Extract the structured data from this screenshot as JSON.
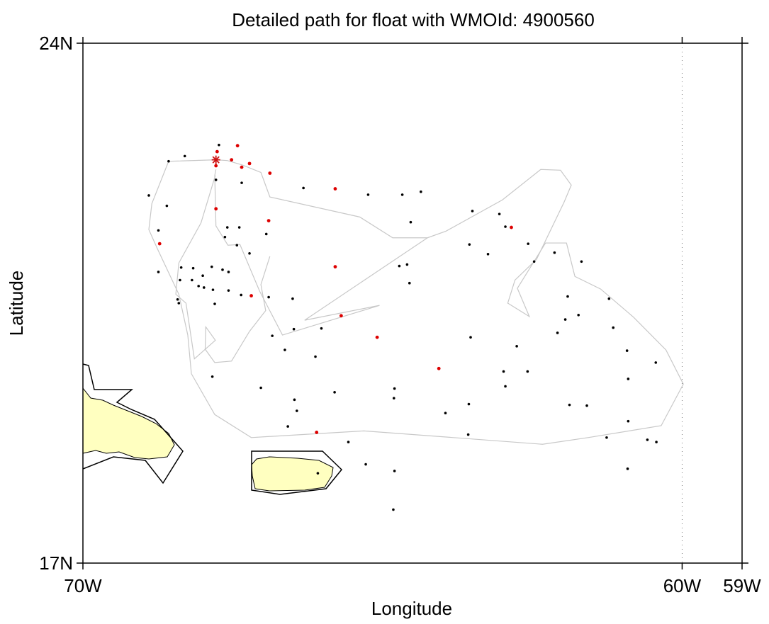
{
  "chart_data": {
    "type": "scatter",
    "title": "Detailed path for float with WMOId: 4900560",
    "xlabel": "Longitude",
    "ylabel": "Latitude",
    "xlim": [
      -70,
      -59
    ],
    "ylim": [
      17,
      24
    ],
    "x_ticks": [
      {
        "value": -70,
        "label": "70W"
      },
      {
        "value": -60,
        "label": "60W"
      },
      {
        "value": -59,
        "label": "59W"
      }
    ],
    "y_ticks": [
      {
        "value": 24,
        "label": "24N"
      },
      {
        "value": 17,
        "label": "17N"
      }
    ],
    "grid_lines_x": [
      -60
    ],
    "colors": {
      "path": "#c8c8c8",
      "point": "#000000",
      "highlight_point": "#dd0000",
      "start_marker": "#cc1111",
      "land": "#ffffc0",
      "outline": "#000000"
    },
    "start": [
      -67.78,
      22.43
    ],
    "track": [
      [
        -67.78,
        22.43
      ],
      [
        -67.59,
        22.42
      ],
      [
        -67.34,
        22.36
      ],
      [
        -67.03,
        22.26
      ],
      [
        -66.88,
        21.93
      ],
      [
        -65.38,
        21.66
      ],
      [
        -64.83,
        21.38
      ],
      [
        -64.25,
        21.38
      ],
      [
        -63.94,
        21.47
      ],
      [
        -63.0,
        21.89
      ],
      [
        -62.36,
        22.3
      ],
      [
        -62.03,
        22.29
      ],
      [
        -61.85,
        22.09
      ],
      [
        -61.97,
        21.86
      ],
      [
        -62.43,
        21.09
      ],
      [
        -62.79,
        20.81
      ],
      [
        -62.91,
        20.5
      ],
      [
        -62.55,
        20.32
      ],
      [
        -62.75,
        20.7
      ],
      [
        -62.28,
        21.31
      ],
      [
        -61.93,
        21.31
      ],
      [
        -61.79,
        20.86
      ],
      [
        -61.36,
        20.69
      ],
      [
        -60.81,
        20.31
      ],
      [
        -60.27,
        19.87
      ],
      [
        -59.98,
        19.41
      ],
      [
        -60.35,
        18.85
      ],
      [
        -61.57,
        18.69
      ],
      [
        -62.33,
        18.6
      ],
      [
        -65.31,
        18.78
      ],
      [
        -67.19,
        18.69
      ],
      [
        -67.8,
        19.0
      ],
      [
        -68.19,
        19.55
      ],
      [
        -68.25,
        20.07
      ],
      [
        -68.4,
        20.62
      ],
      [
        -68.75,
        21.22
      ],
      [
        -68.9,
        21.49
      ],
      [
        -68.85,
        21.84
      ],
      [
        -68.57,
        22.41
      ],
      [
        -67.78,
        22.43
      ]
    ],
    "track2": [
      [
        -67.78,
        22.3
      ],
      [
        -67.8,
        22.22
      ],
      [
        -67.78,
        21.54
      ],
      [
        -67.58,
        21.28
      ],
      [
        -67.38,
        21.29
      ],
      [
        -67.05,
        20.66
      ],
      [
        -66.67,
        20.07
      ],
      [
        -65.05,
        20.47
      ],
      [
        -66.3,
        20.27
      ],
      [
        -64.25,
        21.38
      ]
    ],
    "track3": [
      [
        -67.79,
        22.22
      ],
      [
        -68.03,
        21.58
      ],
      [
        -68.4,
        21.04
      ],
      [
        -68.45,
        20.62
      ],
      [
        -68.28,
        20.5
      ],
      [
        -68.14,
        19.75
      ],
      [
        -67.79,
        20.0
      ],
      [
        -67.95,
        20.18
      ],
      [
        -67.96,
        19.88
      ],
      [
        -67.8,
        19.7
      ],
      [
        -67.52,
        19.72
      ],
      [
        -67.22,
        20.12
      ],
      [
        -66.95,
        20.4
      ],
      [
        -67.03,
        20.75
      ],
      [
        -66.88,
        21.13
      ]
    ],
    "points": [
      {
        "lon": -67.73,
        "lat": 22.63,
        "hl": false
      },
      {
        "lon": -67.42,
        "lat": 22.62,
        "hl": true
      },
      {
        "lon": -67.76,
        "lat": 22.54,
        "hl": true
      },
      {
        "lon": -67.52,
        "lat": 22.43,
        "hl": true
      },
      {
        "lon": -67.22,
        "lat": 22.38,
        "hl": true
      },
      {
        "lon": -68.57,
        "lat": 22.41,
        "hl": false
      },
      {
        "lon": -68.3,
        "lat": 22.48,
        "hl": false
      },
      {
        "lon": -67.78,
        "lat": 22.35,
        "hl": true
      },
      {
        "lon": -67.35,
        "lat": 22.33,
        "hl": true
      },
      {
        "lon": -66.88,
        "lat": 22.25,
        "hl": true
      },
      {
        "lon": -67.78,
        "lat": 22.16,
        "hl": false
      },
      {
        "lon": -67.35,
        "lat": 22.12,
        "hl": false
      },
      {
        "lon": -66.32,
        "lat": 22.05,
        "hl": false
      },
      {
        "lon": -65.79,
        "lat": 22.04,
        "hl": true
      },
      {
        "lon": -65.24,
        "lat": 21.96,
        "hl": false
      },
      {
        "lon": -64.67,
        "lat": 21.96,
        "hl": false
      },
      {
        "lon": -64.36,
        "lat": 22.0,
        "hl": false
      },
      {
        "lon": -68.9,
        "lat": 21.95,
        "hl": false
      },
      {
        "lon": -68.6,
        "lat": 21.81,
        "hl": false
      },
      {
        "lon": -67.78,
        "lat": 21.77,
        "hl": true
      },
      {
        "lon": -66.9,
        "lat": 21.61,
        "hl": true
      },
      {
        "lon": -67.59,
        "lat": 21.52,
        "hl": false
      },
      {
        "lon": -67.39,
        "lat": 21.52,
        "hl": false
      },
      {
        "lon": -68.74,
        "lat": 21.48,
        "hl": false
      },
      {
        "lon": -68.72,
        "lat": 21.3,
        "hl": true
      },
      {
        "lon": -67.63,
        "lat": 21.39,
        "hl": false
      },
      {
        "lon": -66.94,
        "lat": 21.43,
        "hl": false
      },
      {
        "lon": -67.43,
        "lat": 21.28,
        "hl": false
      },
      {
        "lon": -67.22,
        "lat": 21.17,
        "hl": false
      },
      {
        "lon": -65.79,
        "lat": 20.99,
        "hl": true
      },
      {
        "lon": -68.36,
        "lat": 20.98,
        "hl": false
      },
      {
        "lon": -68.16,
        "lat": 20.97,
        "hl": false
      },
      {
        "lon": -67.85,
        "lat": 20.99,
        "hl": false
      },
      {
        "lon": -67.67,
        "lat": 20.95,
        "hl": false
      },
      {
        "lon": -67.57,
        "lat": 20.92,
        "hl": false
      },
      {
        "lon": -68.38,
        "lat": 20.81,
        "hl": false
      },
      {
        "lon": -68.74,
        "lat": 20.92,
        "hl": false
      },
      {
        "lon": -68.18,
        "lat": 20.81,
        "hl": false
      },
      {
        "lon": -68.0,
        "lat": 20.87,
        "hl": false
      },
      {
        "lon": -67.83,
        "lat": 20.68,
        "hl": false
      },
      {
        "lon": -67.36,
        "lat": 20.61,
        "hl": false
      },
      {
        "lon": -67.57,
        "lat": 20.67,
        "hl": false
      },
      {
        "lon": -67.19,
        "lat": 20.6,
        "hl": true
      },
      {
        "lon": -68.4,
        "lat": 20.5,
        "hl": false
      },
      {
        "lon": -68.07,
        "lat": 20.73,
        "hl": false
      },
      {
        "lon": -68.42,
        "lat": 20.55,
        "hl": false
      },
      {
        "lon": -67.8,
        "lat": 20.49,
        "hl": false
      },
      {
        "lon": -67.98,
        "lat": 20.71,
        "hl": false
      },
      {
        "lon": -66.9,
        "lat": 20.58,
        "hl": false
      },
      {
        "lon": -66.5,
        "lat": 20.56,
        "hl": false
      },
      {
        "lon": -66.48,
        "lat": 20.15,
        "hl": false
      },
      {
        "lon": -66.84,
        "lat": 20.06,
        "hl": false
      },
      {
        "lon": -65.69,
        "lat": 20.33,
        "hl": true
      },
      {
        "lon": -66.02,
        "lat": 20.16,
        "hl": false
      },
      {
        "lon": -65.09,
        "lat": 20.04,
        "hl": true
      },
      {
        "lon": -63.53,
        "lat": 20.04,
        "hl": false
      },
      {
        "lon": -62.76,
        "lat": 19.92,
        "hl": false
      },
      {
        "lon": -62.08,
        "lat": 20.1,
        "hl": false
      },
      {
        "lon": -61.73,
        "lat": 20.34,
        "hl": false
      },
      {
        "lon": -61.22,
        "lat": 20.56,
        "hl": false
      },
      {
        "lon": -60.92,
        "lat": 19.86,
        "hl": false
      },
      {
        "lon": -61.68,
        "lat": 21.06,
        "hl": false
      },
      {
        "lon": -62.13,
        "lat": 21.18,
        "hl": false
      },
      {
        "lon": -62.57,
        "lat": 21.3,
        "hl": false
      },
      {
        "lon": -62.95,
        "lat": 21.53,
        "hl": false
      },
      {
        "lon": -63.55,
        "lat": 21.29,
        "hl": false
      },
      {
        "lon": -63.24,
        "lat": 21.16,
        "hl": false
      },
      {
        "lon": -64.53,
        "lat": 21.59,
        "hl": false
      },
      {
        "lon": -64.72,
        "lat": 21.0,
        "hl": false
      },
      {
        "lon": -64.59,
        "lat": 21.02,
        "hl": false
      },
      {
        "lon": -64.55,
        "lat": 20.77,
        "hl": false
      },
      {
        "lon": -63.5,
        "lat": 21.74,
        "hl": false
      },
      {
        "lon": -63.05,
        "lat": 21.7,
        "hl": false
      },
      {
        "lon": -62.85,
        "lat": 21.52,
        "hl": true
      },
      {
        "lon": -62.47,
        "lat": 21.06,
        "hl": false
      },
      {
        "lon": -61.91,
        "lat": 20.59,
        "hl": false
      },
      {
        "lon": -61.95,
        "lat": 20.28,
        "hl": false
      },
      {
        "lon": -61.15,
        "lat": 20.17,
        "hl": false
      },
      {
        "lon": -60.44,
        "lat": 19.7,
        "hl": false
      },
      {
        "lon": -60.9,
        "lat": 19.48,
        "hl": false
      },
      {
        "lon": -62.98,
        "lat": 19.58,
        "hl": false
      },
      {
        "lon": -62.58,
        "lat": 19.58,
        "hl": false
      },
      {
        "lon": -62.95,
        "lat": 19.38,
        "hl": false
      },
      {
        "lon": -64.06,
        "lat": 19.62,
        "hl": true
      },
      {
        "lon": -65.8,
        "lat": 19.3,
        "hl": false
      },
      {
        "lon": -64.81,
        "lat": 19.22,
        "hl": false
      },
      {
        "lon": -66.43,
        "lat": 19.05,
        "hl": false
      },
      {
        "lon": -66.47,
        "lat": 19.2,
        "hl": false
      },
      {
        "lon": -66.12,
        "lat": 19.78,
        "hl": false
      },
      {
        "lon": -67.84,
        "lat": 19.51,
        "hl": false
      },
      {
        "lon": -67.03,
        "lat": 19.36,
        "hl": false
      },
      {
        "lon": -64.8,
        "lat": 19.35,
        "hl": false
      },
      {
        "lon": -63.95,
        "lat": 19.02,
        "hl": false
      },
      {
        "lon": -63.56,
        "lat": 19.14,
        "hl": false
      },
      {
        "lon": -61.88,
        "lat": 19.13,
        "hl": false
      },
      {
        "lon": -61.59,
        "lat": 19.12,
        "hl": false
      },
      {
        "lon": -60.9,
        "lat": 18.91,
        "hl": false
      },
      {
        "lon": -60.43,
        "lat": 18.63,
        "hl": false
      },
      {
        "lon": -66.63,
        "lat": 19.87,
        "hl": false
      },
      {
        "lon": -66.58,
        "lat": 18.84,
        "hl": false
      },
      {
        "lon": -66.1,
        "lat": 18.76,
        "hl": true
      },
      {
        "lon": -65.57,
        "lat": 18.63,
        "hl": false
      },
      {
        "lon": -63.57,
        "lat": 18.73,
        "hl": false
      },
      {
        "lon": -61.26,
        "lat": 18.69,
        "hl": false
      },
      {
        "lon": -60.58,
        "lat": 18.66,
        "hl": false
      },
      {
        "lon": -60.91,
        "lat": 18.27,
        "hl": false
      },
      {
        "lon": -64.8,
        "lat": 18.24,
        "hl": false
      },
      {
        "lon": -65.28,
        "lat": 18.33,
        "hl": false
      },
      {
        "lon": -66.08,
        "lat": 18.21,
        "hl": false
      },
      {
        "lon": -64.82,
        "lat": 17.72,
        "hl": false
      }
    ],
    "dot_marker": [
      -64.8,
      17.72
    ]
  }
}
